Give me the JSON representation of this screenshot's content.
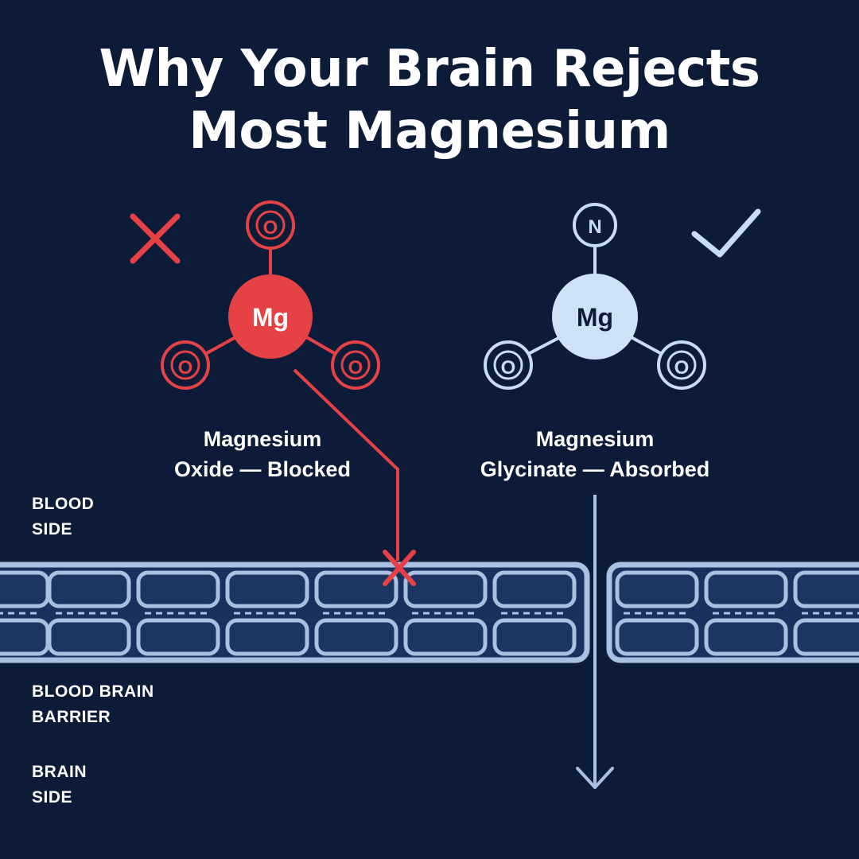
{
  "title": {
    "line1": "Why Your Brain Rejects",
    "line2": "Most Magnesium"
  },
  "colors": {
    "background": "#0c1c38",
    "blocked": "#e64246",
    "absorbed": "#c8dcf5",
    "membrane": "#a9c0e2",
    "cell_fill": "#1c3563"
  },
  "oxide": {
    "center": "Mg",
    "atoms": [
      "O",
      "O",
      "O"
    ],
    "label_line1": "Magnesium",
    "label_line2": "Oxide — Blocked",
    "status_icon": "cross-icon"
  },
  "glycinate": {
    "center": "Mg",
    "atoms": [
      "N",
      "O",
      "O"
    ],
    "label_line1": "Magnesium",
    "label_line2": "Glycinate — Absorbed",
    "status_icon": "checkmark-icon"
  },
  "sides": {
    "blood_side_line1": "BLOOD",
    "blood_side_line2": "SIDE",
    "barrier_line1": "BLOOD BRAIN",
    "barrier_line2": "BARRIER",
    "brain_side_line1": "BRAIN",
    "brain_side_line2": "SIDE"
  }
}
